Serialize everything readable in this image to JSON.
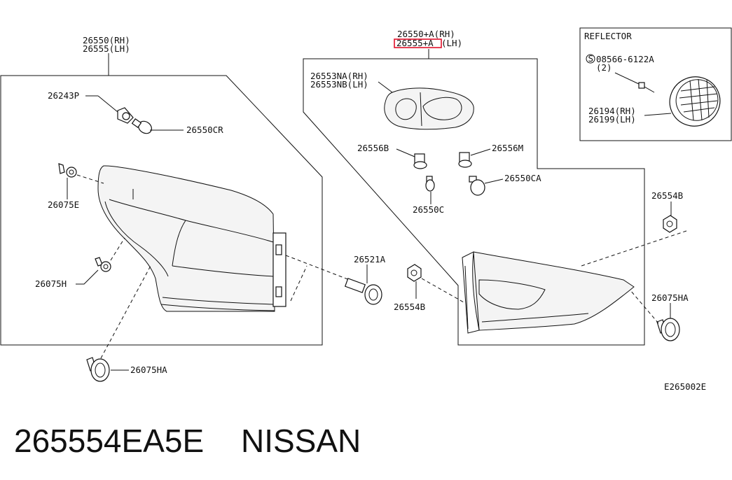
{
  "diagram": {
    "labels": {
      "left_assy_rh": "26550(RH)",
      "left_assy_lh": "26555(LH)",
      "center_assy_rh": "26550+A(RH)",
      "center_assy_lh_code": "26555+A",
      "center_assy_lh_side": "(LH)",
      "p26243p": "26243P",
      "p26550cr": "26550CR",
      "p26075e": "26075E",
      "p26075h": "26075H",
      "p26075ha_left": "26075HA",
      "p26521a": "26521A",
      "p26554b_mid": "26554B",
      "p26553na": "26553NA(RH)",
      "p26553nb": "26553NB(LH)",
      "p26556b": "26556B",
      "p26556m": "26556M",
      "p26550c": "26550C",
      "p26550ca": "26550CA",
      "p26554b_right": "26554B",
      "p26075ha_right": "26075HA",
      "reflector_title": "REFLECTOR",
      "screw_code": "08566-6122A",
      "screw_qty": "(2)",
      "reflector_rh": "26194(RH)",
      "reflector_lh": "26199(LH)",
      "diagram_code": "E265002E"
    },
    "highlight_color": "#e0102a"
  },
  "footer": {
    "part_number": "265554EA5E",
    "brand": "NISSAN"
  }
}
